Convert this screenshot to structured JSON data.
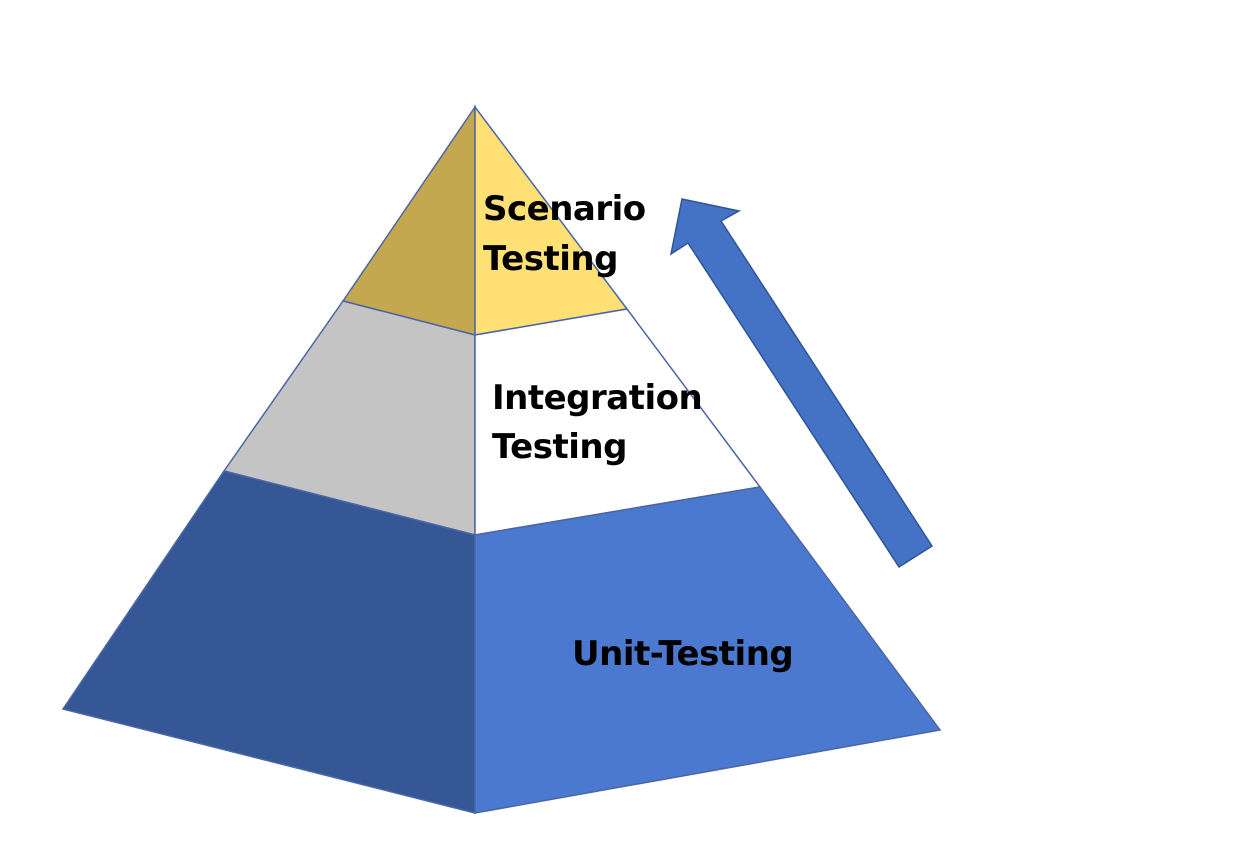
{
  "levels": [
    {
      "label_lines": [
        "Scenario",
        "Testing"
      ],
      "front_color": "#FFE074",
      "side_color": "#C4A850"
    },
    {
      "label_lines": [
        "Integration",
        "Testing"
      ],
      "front_color": "#FFFFFF",
      "side_color": "#C4C4C4"
    },
    {
      "label_lines": [
        "Unit-Testing"
      ],
      "front_color": "#4A79CF",
      "side_color": "#365796"
    }
  ],
  "arrow_color": "#4472C4",
  "outline_color": "#4A66A6"
}
